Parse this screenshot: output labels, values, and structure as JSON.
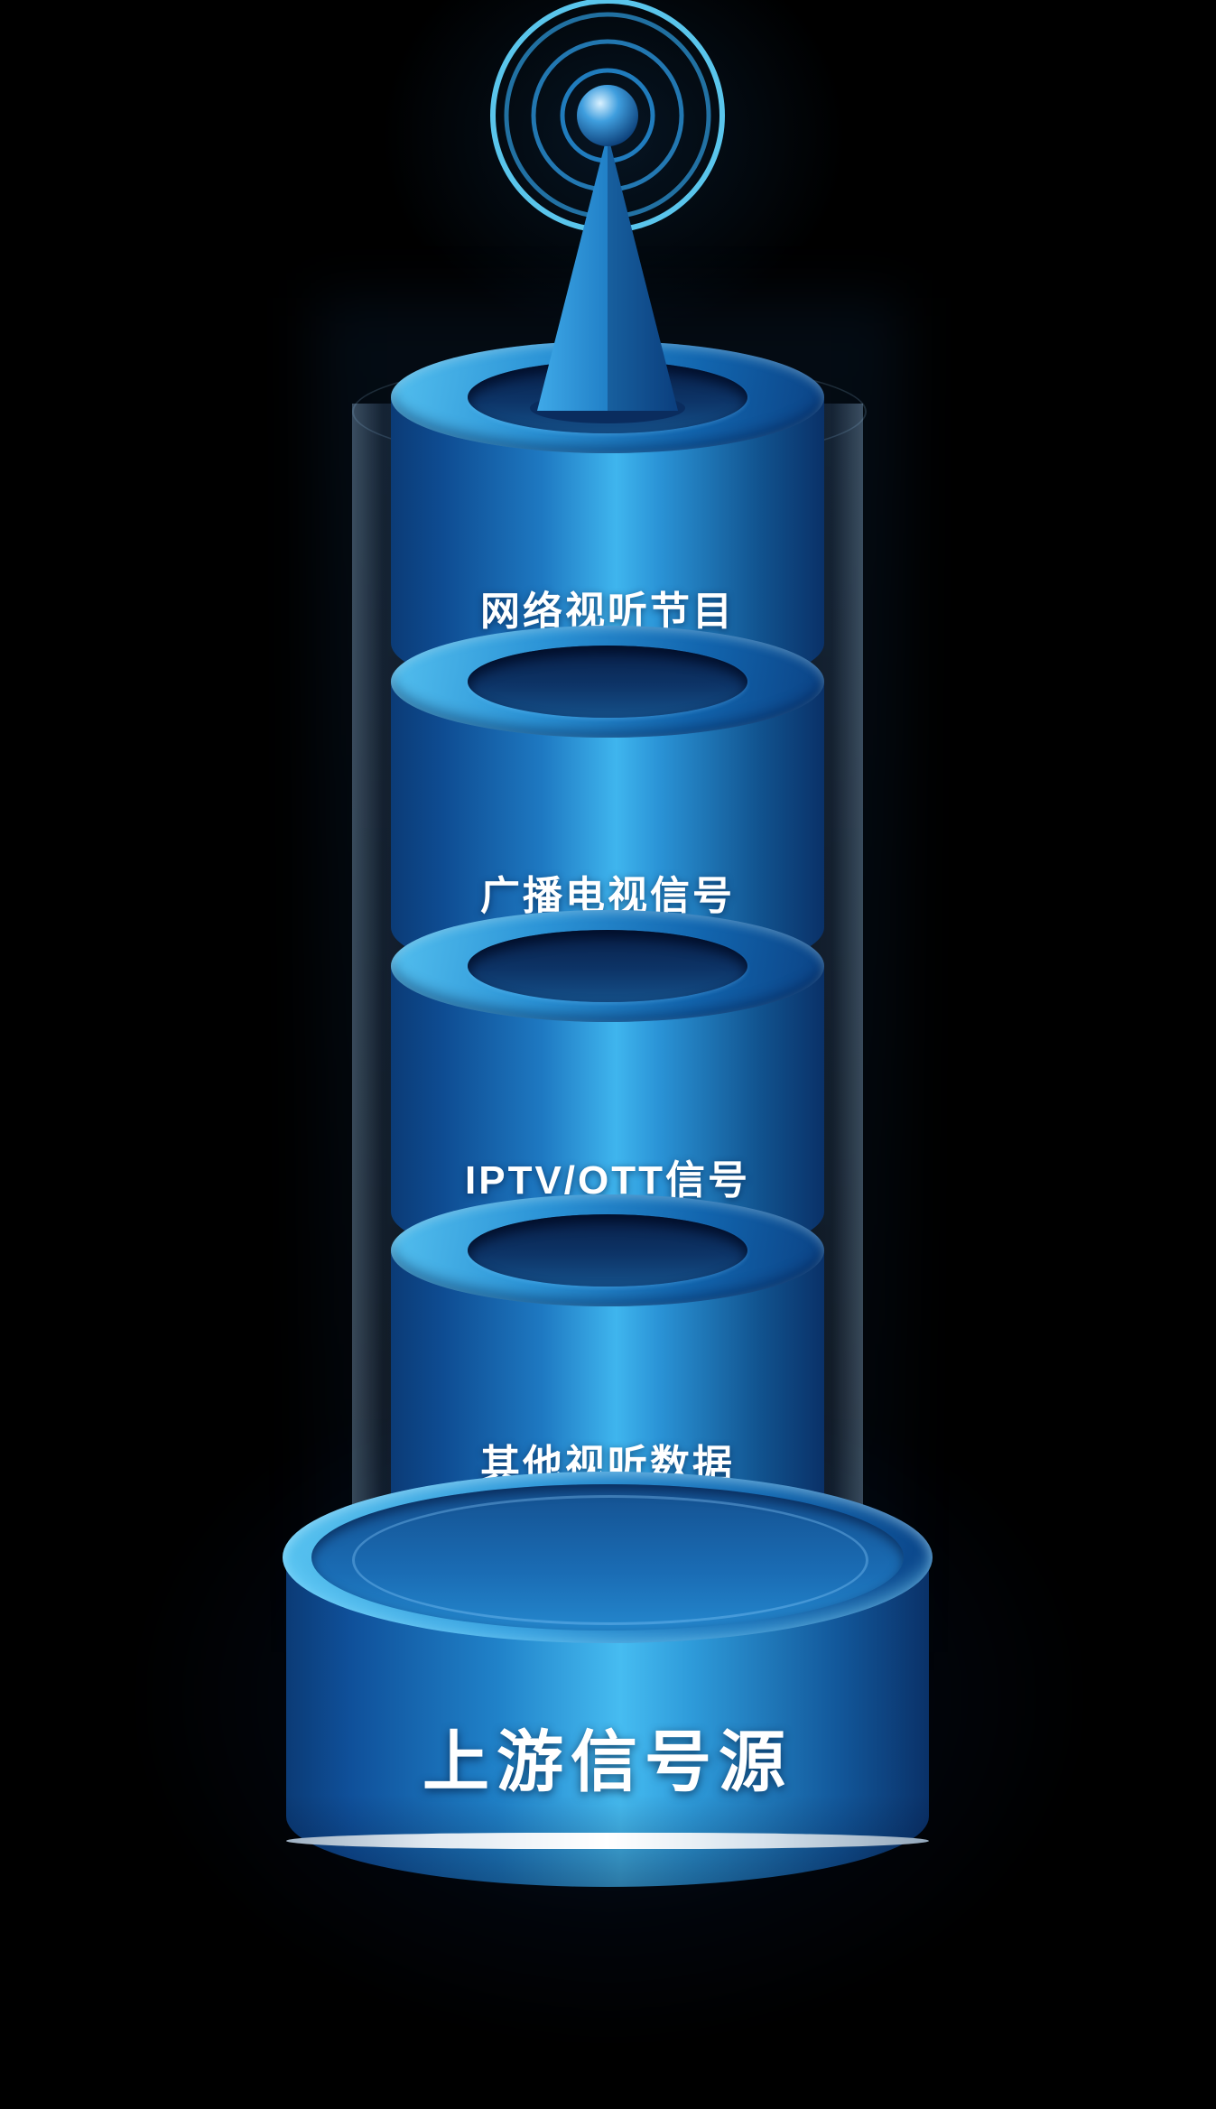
{
  "diagram": {
    "base": {
      "label": "上游信号源"
    },
    "segments": [
      {
        "label": "网络视听节目"
      },
      {
        "label": "广播电视信号"
      },
      {
        "label": "IPTV/OTT信号"
      },
      {
        "label": "其他视听数据"
      }
    ],
    "icons": {
      "antenna": "antenna-icon",
      "waves": "radio-waves-icon"
    },
    "colors": {
      "background": "#000000",
      "cylinder_dark": "#0a3168",
      "cylinder_mid": "#1e79c2",
      "cylinder_bright": "#46c2f1",
      "cap_highlight": "#54c0ef",
      "recess_dark": "#081f47",
      "stripe": "#e9eef4",
      "text": "#ffffff"
    }
  }
}
